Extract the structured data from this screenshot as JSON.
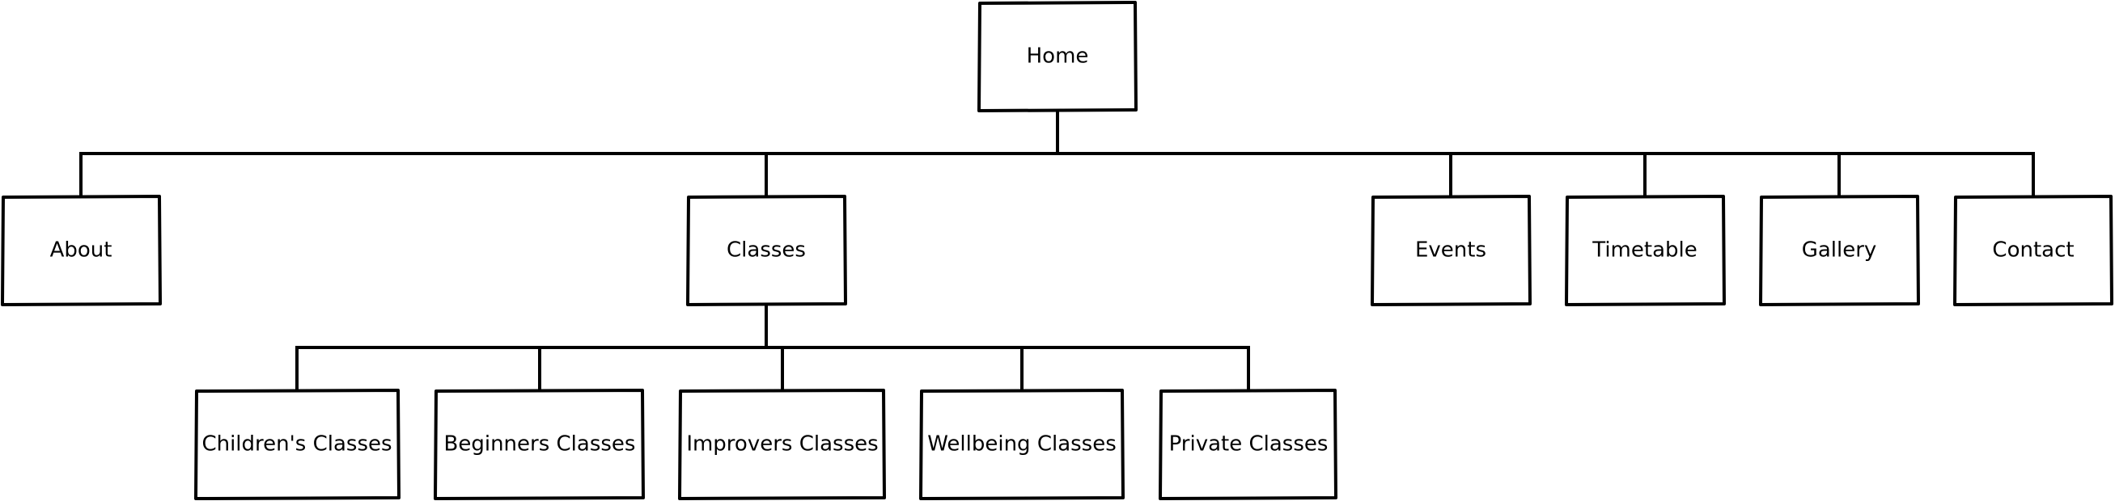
{
  "diagram": {
    "type": "sitemap",
    "root": {
      "id": "home",
      "label": "Home"
    },
    "level1": [
      {
        "id": "about",
        "label": "About"
      },
      {
        "id": "classes",
        "label": "Classes"
      },
      {
        "id": "events",
        "label": "Events"
      },
      {
        "id": "timetable",
        "label": "Timetable"
      },
      {
        "id": "gallery",
        "label": "Gallery"
      },
      {
        "id": "contact",
        "label": "Contact"
      }
    ],
    "classes_children": [
      {
        "id": "childrens-classes",
        "label": "Children's Classes"
      },
      {
        "id": "beginners-classes",
        "label": "Beginners Classes"
      },
      {
        "id": "improvers-classes",
        "label": "Improvers Classes"
      },
      {
        "id": "wellbeing-classes",
        "label": "Wellbeing Classes"
      },
      {
        "id": "private-classes",
        "label": "Private Classes"
      }
    ],
    "colors": {
      "stroke": "#000000",
      "fill": "#ffffff",
      "text": "#000000"
    }
  }
}
